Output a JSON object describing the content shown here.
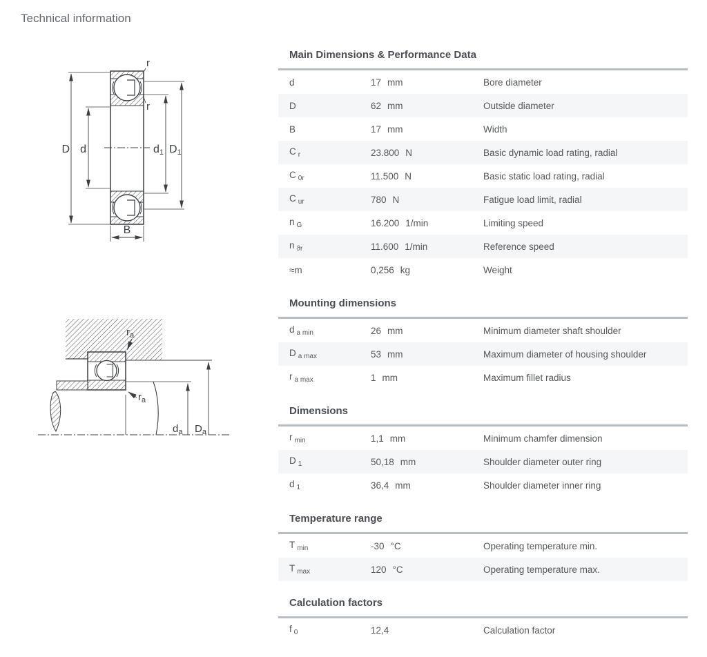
{
  "page": {
    "title": "Technical information"
  },
  "colors": {
    "title": "#64686c",
    "section_header": "#4b4f53",
    "row_text": "#54585b",
    "stripe": "#f4f6f8",
    "table_top_border": "#b7bdc1",
    "drawing_line": "#3b3f42"
  },
  "diagrams": {
    "section_view": {
      "alt": "bearing-cross-section-drawing",
      "labels": {
        "r_outer": "r",
        "r_inner": "r",
        "D": "D",
        "d": "d",
        "d1_main": "d",
        "d1_sub": "1",
        "D1_main": "D",
        "D1_sub": "1",
        "B": "B"
      }
    },
    "mounting_view": {
      "alt": "bearing-mounting-drawing",
      "labels": {
        "ra_top_main": "r",
        "ra_top_sub": "a",
        "ra_bottom_main": "r",
        "ra_bottom_sub": "a",
        "da_main": "d",
        "da_sub": "a",
        "Da_main": "D",
        "Da_sub": "a"
      }
    }
  },
  "sections": [
    {
      "title": "Main Dimensions & Performance Data",
      "rows": [
        {
          "symbol": "d",
          "sub": "",
          "value": "17",
          "unit": "mm",
          "description": "Bore diameter"
        },
        {
          "symbol": "D",
          "sub": "",
          "value": "62",
          "unit": "mm",
          "description": "Outside diameter"
        },
        {
          "symbol": "B",
          "sub": "",
          "value": "17",
          "unit": "mm",
          "description": "Width"
        },
        {
          "symbol": "C",
          "sub": "r",
          "value": "23.800",
          "unit": "N",
          "description": "Basic dynamic load rating, radial"
        },
        {
          "symbol": "C",
          "sub": "0r",
          "value": "11.500",
          "unit": "N",
          "description": "Basic static load rating, radial"
        },
        {
          "symbol": "C",
          "sub": "ur",
          "value": "780",
          "unit": "N",
          "description": "Fatigue load limit, radial"
        },
        {
          "symbol": "n",
          "sub": "G",
          "value": "16.200",
          "unit": "1/min",
          "description": "Limiting speed"
        },
        {
          "symbol": "n",
          "sub": "ϑr",
          "value": "11.600",
          "unit": "1/min",
          "description": "Reference speed"
        },
        {
          "symbol": "≈m",
          "sub": "",
          "value": "0,256",
          "unit": "kg",
          "description": "Weight"
        }
      ]
    },
    {
      "title": "Mounting dimensions",
      "rows": [
        {
          "symbol": "d",
          "sub": "a min",
          "value": "26",
          "unit": "mm",
          "description": "Minimum diameter shaft shoulder"
        },
        {
          "symbol": "D",
          "sub": "a max",
          "value": "53",
          "unit": "mm",
          "description": "Maximum diameter of housing shoulder"
        },
        {
          "symbol": "r",
          "sub": "a max",
          "value": "1",
          "unit": "mm",
          "description": "Maximum fillet radius"
        }
      ]
    },
    {
      "title": "Dimensions",
      "rows": [
        {
          "symbol": "r",
          "sub": "min",
          "value": "1,1",
          "unit": "mm",
          "description": "Minimum chamfer dimension"
        },
        {
          "symbol": "D",
          "sub": "1",
          "value": "50,18",
          "unit": "mm",
          "description": "Shoulder diameter outer ring"
        },
        {
          "symbol": "d",
          "sub": "1",
          "value": "36,4",
          "unit": "mm",
          "description": "Shoulder diameter inner ring"
        }
      ]
    },
    {
      "title": "Temperature range",
      "rows": [
        {
          "symbol": "T",
          "sub": "min",
          "value": "-30",
          "unit": "°C",
          "description": "Operating temperature min."
        },
        {
          "symbol": "T",
          "sub": "max",
          "value": "120",
          "unit": "°C",
          "description": "Operating temperature max."
        }
      ]
    },
    {
      "title": "Calculation factors",
      "rows": [
        {
          "symbol": "f",
          "sub": "0",
          "value": "12,4",
          "unit": "",
          "description": "Calculation factor"
        }
      ]
    }
  ]
}
